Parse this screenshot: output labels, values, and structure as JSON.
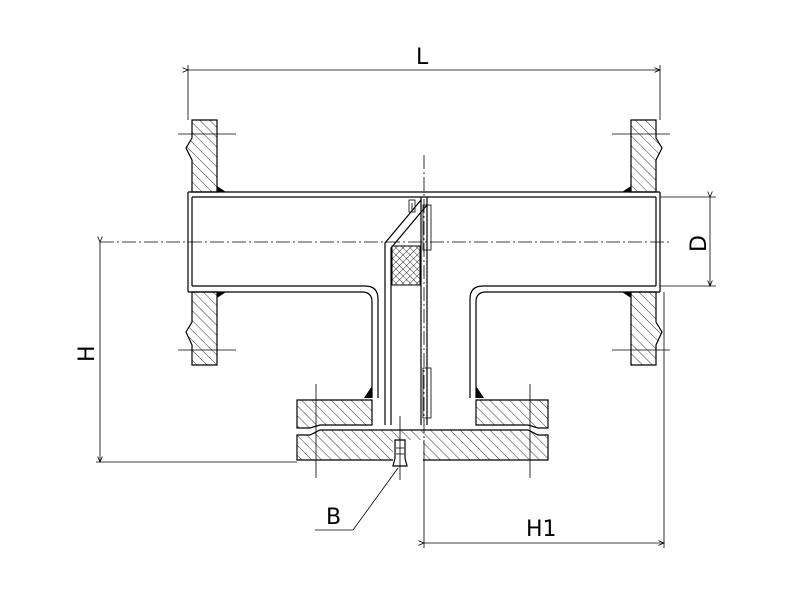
{
  "diagram": {
    "labels": {
      "length": "L",
      "height": "H",
      "diameter": "D",
      "outlet_height": "H1",
      "drain_plug": "B"
    }
  }
}
